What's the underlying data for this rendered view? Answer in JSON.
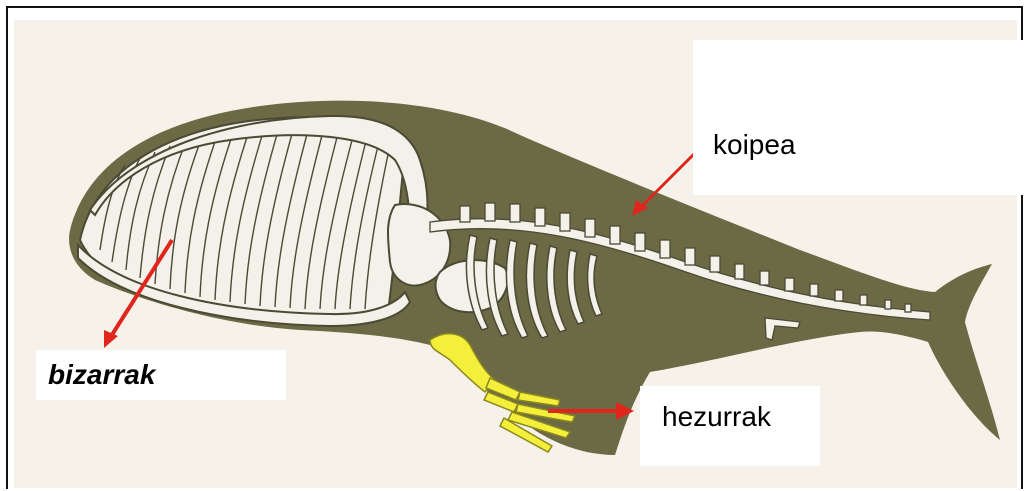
{
  "labels": {
    "fat": "koipea",
    "baleen": "bizarrak",
    "bones": "hezurrak"
  },
  "colors": {
    "body": "#6b6a45",
    "bone": "#f3f1ea",
    "bone_outline": "#4a4a35",
    "highlight_bones": "#f3ef3a",
    "arrow": "#e0261c",
    "paper": "#f6f2ea"
  }
}
